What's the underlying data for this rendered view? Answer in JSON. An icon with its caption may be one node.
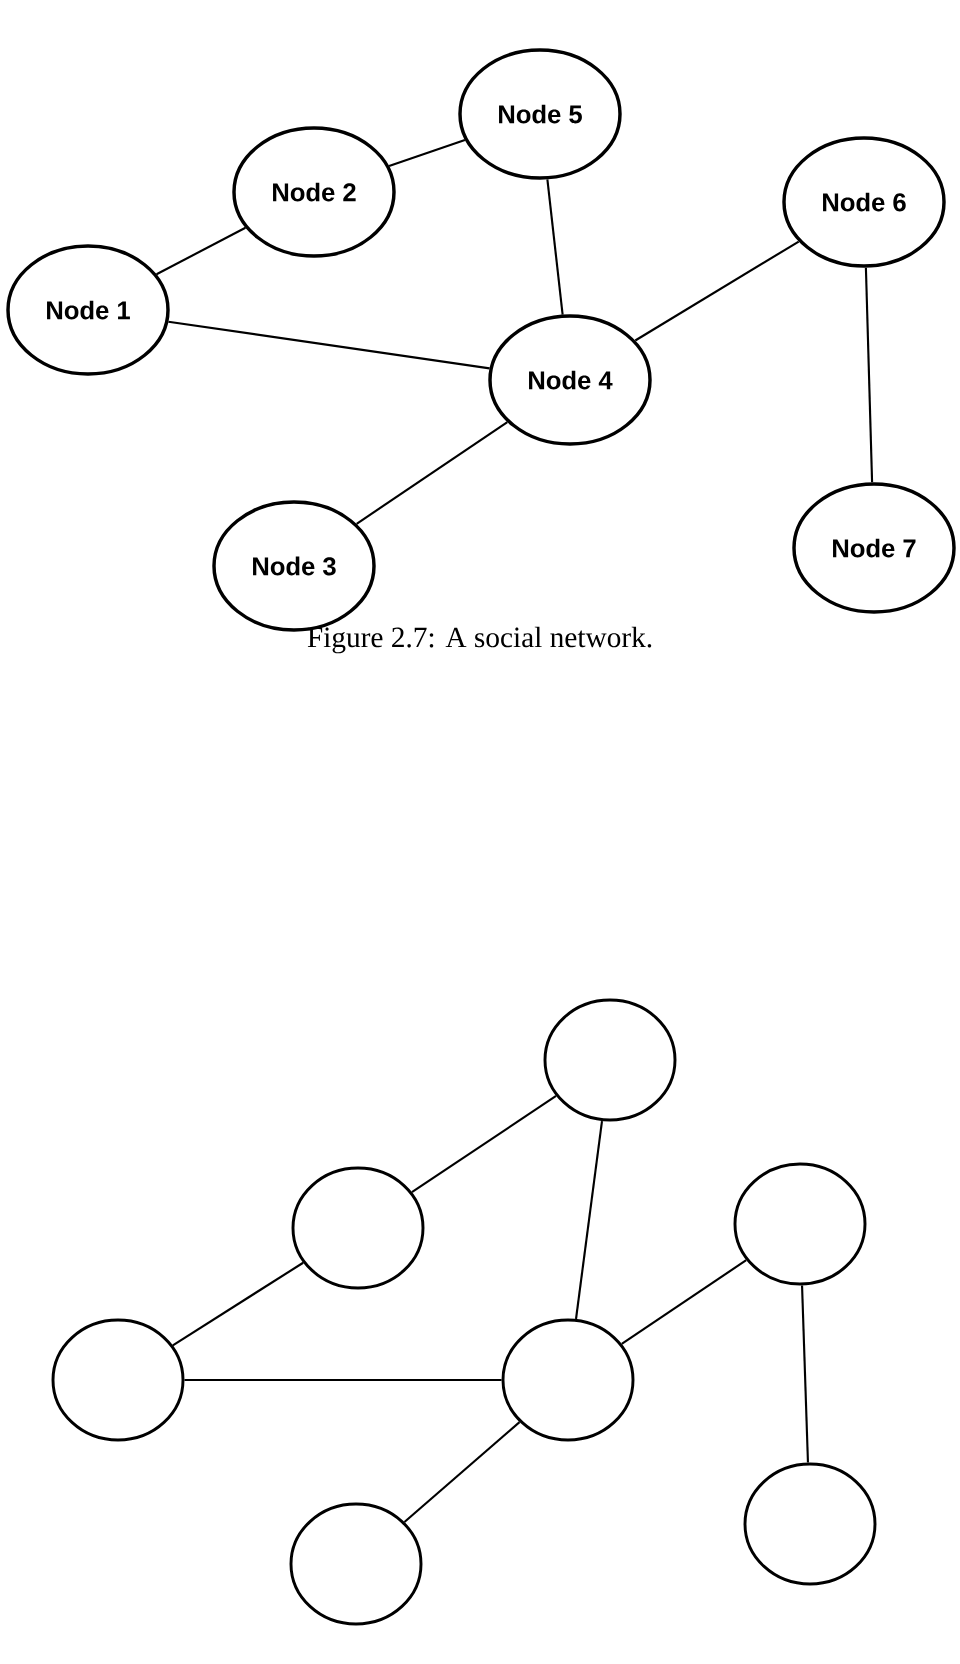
{
  "diagram": {
    "caption": "Figure 2.7: A social network.",
    "nodes": [
      {
        "text": [
          "Node 1"
        ]
      },
      {
        "text": [
          "Node 2"
        ]
      },
      {
        "text": [
          "Node 3"
        ]
      },
      {
        "text": [
          "Node 4"
        ]
      },
      {
        "text": [
          "Node 5"
        ]
      },
      {
        "text": [
          "Node 6"
        ]
      },
      {
        "text": [
          "Node 7"
        ]
      },
      {
        "text": [],
        "shape": "circle"
      },
      {
        "text": [],
        "shape": "circle"
      },
      {
        "text": [],
        "shape": "circle"
      },
      {
        "text": [],
        "shape": "circle"
      },
      {
        "text": [],
        "shape": "circle"
      },
      {
        "text": [],
        "shape": "circle"
      },
      {
        "text": [],
        "shape": "circle"
      }
    ],
    "edges": [
      {
        "from": 0,
        "to": 1,
        "arrow": "none"
      },
      {
        "from": 1,
        "to": 4,
        "arrow": "none"
      },
      {
        "from": 4,
        "to": 3,
        "arrow": "none"
      },
      {
        "from": 0,
        "to": 3,
        "arrow": "none"
      },
      {
        "from": 3,
        "to": 5,
        "arrow": "none"
      },
      {
        "from": 5,
        "to": 6,
        "arrow": "none"
      },
      {
        "from": 3,
        "to": 2,
        "arrow": "none"
      },
      {
        "from": 7,
        "to": 8,
        "arrow": "none"
      },
      {
        "from": 8,
        "to": 11,
        "arrow": "none"
      },
      {
        "from": 11,
        "to": 10,
        "arrow": "none"
      },
      {
        "from": 7,
        "to": 10,
        "arrow": "none"
      },
      {
        "from": 10,
        "to": 12,
        "arrow": "none"
      },
      {
        "from": 12,
        "to": 13,
        "arrow": "none"
      },
      {
        "from": 10,
        "to": 9,
        "arrow": "none"
      }
    ]
  }
}
